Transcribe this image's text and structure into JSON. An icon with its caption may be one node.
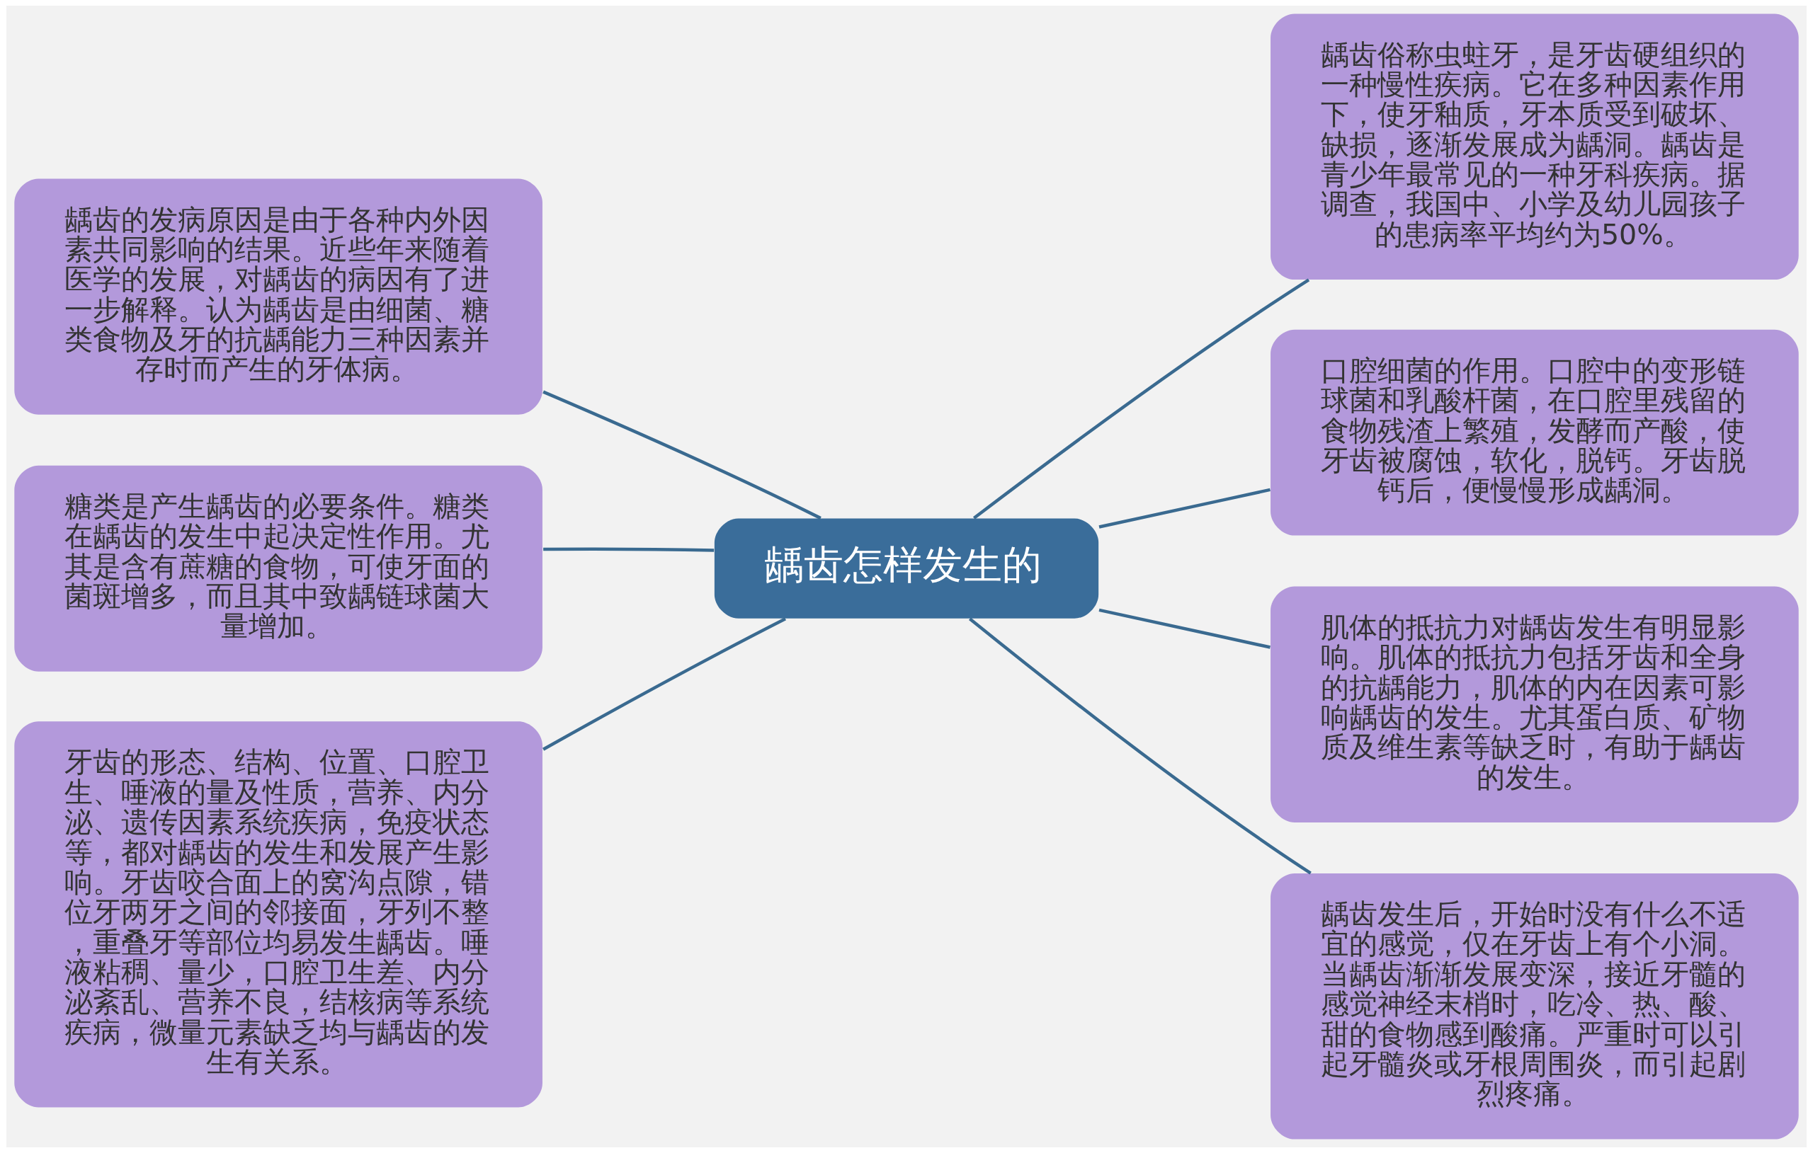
{
  "diagram": {
    "nodes": [
      {
        "text": [
          "龋齿怎样发生的"
        ]
      },
      {
        "text": [
          "龋齿俗称虫蛀牙，是牙齿硬组织的一种慢性疾病。它在多种因素作用下，使牙釉质，牙本质受到破坏、缺损，逐渐发展成为龋洞。龋齿是青少年最常见的一种牙科疾病。据调查，我国中、小学及幼儿园孩子的患病率平均约为50%。"
        ]
      },
      {
        "text": [
          "口腔细菌的作用。口腔中的变形链球菌和乳酸杆菌，在口腔里残留的食物残渣上繁殖，发酵而产酸，使牙齿被腐蚀，软化，脱钙。牙齿脱钙后，便慢慢形成龋洞。"
        ]
      },
      {
        "text": [
          "肌体的抵抗力对龋齿发生有明显影响。肌体的抵抗力包括牙齿和全身的抗龋能力，肌体的内在因素可影响龋齿的发生。尤其蛋白质、矿物质及维生素等缺乏时，有助于龋齿的发生。"
        ]
      },
      {
        "text": [
          "龋齿发生后，开始时没有什么不适宜的感觉，仅在牙齿上有个小洞。当龋齿渐渐发展变深，接近牙髓的感觉神经末梢时，吃冷、热、酸、甜的食物感到酸痛。严重时可以引起牙髓炎或牙根周围炎，而引起剧烈疼痛。"
        ]
      },
      {
        "text": [
          "龋齿的发病原因是由于各种内外因素共同影响的结果。近些年来随着医学的发展，对龋齿的病因有了进一步解释。认为龋齿是由细菌、糖类食物及牙的抗龋能力三种因素并存时而产生的牙体病。"
        ]
      },
      {
        "text": [
          "糖类是产生龋齿的必要条件。糖类在龋齿的发生中起决定性作用。尤其是含有蔗糖的食物，可使牙面的菌斑增多，而且其中致龋链球菌大量增加。"
        ]
      },
      {
        "text": [
          "牙齿的形态、结构、位置、口腔卫生、唾液的量及性质，营养、内分泌、遗传因素系统疾病，免疫状态等，都对龋齿的发生和发展产生影响。牙齿咬合面上的窝沟点隙，错位牙两牙之间的邻接面，牙列不整，重叠牙等部位均易发生龋齿。唾液粘稠、量少，口腔卫生差、内分泌紊乱、营养不良，结核病等系统疾病，微量元素缺乏均与龋齿的发生有关系。"
        ]
      }
    ],
    "edges": [
      {
        "from": 0,
        "to": 1,
        "arrow": "none"
      },
      {
        "from": 0,
        "to": 2,
        "arrow": "none"
      },
      {
        "from": 0,
        "to": 3,
        "arrow": "none"
      },
      {
        "from": 0,
        "to": 4,
        "arrow": "none"
      },
      {
        "from": 0,
        "to": 5,
        "arrow": "none"
      },
      {
        "from": 0,
        "to": 6,
        "arrow": "none"
      },
      {
        "from": 0,
        "to": 7,
        "arrow": "none"
      }
    ]
  }
}
